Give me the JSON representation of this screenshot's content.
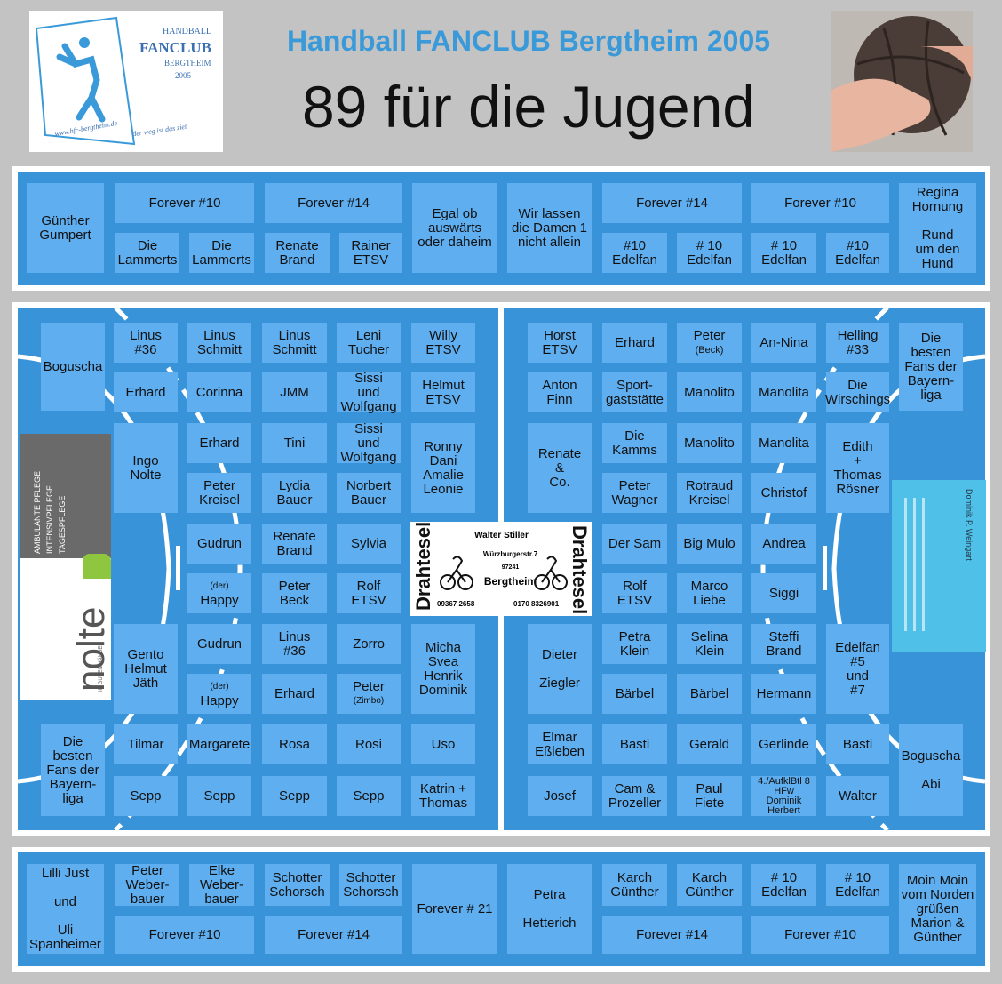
{
  "header": {
    "title": "Handball FANCLUB Bergtheim 2005",
    "subtitle": "89 für die Jugend",
    "logo": {
      "line1": "HANDBALL",
      "line2": "FANCLUB",
      "line3": "BERGTHEIM",
      "line4": "2005",
      "url": "www.hfc-bergtheim.de",
      "slogan": "der weg ist das ziel",
      "icon": "handball-player-icon"
    },
    "photo_icon": "handball-ball-photo"
  },
  "top_panel": {
    "cells": [
      "Günther\nGumpert",
      "Forever #10",
      "Die\nLammerts",
      "Die\nLammerts",
      "Forever #14",
      "Renate\nBrand",
      "Rainer\nETSV",
      "Egal ob\nauswärts\noder daheim",
      "Wir lassen\ndie Damen 1\nnicht allein",
      "Forever #14",
      "#10\nEdelfan",
      "# 10\nEdelfan",
      "Forever #10",
      "# 10\nEdelfan",
      "#10\nEdelfan",
      "Regina\nHornung\n\nRund\num den\nHund"
    ]
  },
  "court_left": {
    "cells": [
      "Boguscha",
      "Linus\n#36",
      "Linus\nSchmitt",
      "Linus\nSchmitt",
      "Leni\nTucher",
      "Willy\nETSV",
      "Erhard",
      "Corinna",
      "JMM",
      "Sissi\nund\nWolfgang",
      "Helmut\nETSV",
      "Ingo\nNolte",
      "Erhard",
      "Tini",
      "Sissi\nund\nWolfgang",
      "Ronny\nDani\nAmalie\nLeonie",
      "Peter\nKreisel",
      "Lydia\nBauer",
      "Norbert\nBauer",
      "Gudrun",
      "Renate\nBrand",
      "Sylvia",
      "Happy",
      "Peter\nBeck",
      "Rolf\nETSV",
      "Gento\nHelmut\nJäth",
      "Gudrun",
      "Linus\n#36",
      "Zorro",
      "Micha\nSvea\nHenrik\nDominik",
      "Happy",
      "Erhard",
      "Peter",
      "Die\nbesten\nFans der\nBayern-\nliga",
      "Tilmar",
      "Margarete",
      "Rosa",
      "Rosi",
      "Uso",
      "Sepp",
      "Sepp",
      "Sepp",
      "Sepp",
      "Katrin +\nThomas"
    ],
    "small_notes": {
      "happy1": "(der)",
      "happy2": "(der)",
      "peter_zimbo": "(Zimbo)"
    }
  },
  "court_right": {
    "cells": [
      "Horst\nETSV",
      "Erhard",
      "Peter",
      "An-Nina",
      "Helling\n#33",
      "Die\nbesten\nFans der\nBayern-\nliga",
      "Anton\nFinn",
      "Sport-\ngaststätte",
      "Manolito",
      "Manolita",
      "Die\nWirschings",
      "Renate\n&\nCo.",
      "Die\nKamms",
      "Manolito",
      "Manolita",
      "Edith\n+\nThomas\nRösner",
      "Peter\nWagner",
      "Rotraud\nKreisel",
      "Christof",
      "Der Sam",
      "Big Mulo",
      "Andrea",
      "Rolf\nETSV",
      "Marco\nLiebe",
      "Siggi",
      "Dieter\n\nZiegler",
      "Petra\nKlein",
      "Selina\nKlein",
      "Steffi\nBrand",
      "Edelfan\n#5\nund\n#7",
      "Bärbel",
      "Bärbel",
      "Hermann",
      "Elmar\nEßleben",
      "Basti",
      "Gerald",
      "Gerlinde",
      "Basti",
      "Boguscha\n\nAbi",
      "Josef",
      "Cam &\nProzeller",
      "Paul\nFiete",
      "4./AufklBtl 8\nHFw\nDominik\nHerbert",
      "Walter"
    ],
    "small_notes": {
      "peter_beck": "(Beck)"
    }
  },
  "center_sponsor": {
    "left_vertical": "Drahtesel",
    "right_vertical": "Drahtesel",
    "name": "Walter Stiller",
    "street": "Würzburgerstr.7",
    "zip": "97241",
    "city": "Bergtheim",
    "phone1": "09367 2658",
    "phone2": "0170 8326901"
  },
  "left_sponsor": {
    "line1": "AMBULANTE PFLEGE",
    "line2": "INTENSIVPFLEGE",
    "line3": "TAGESPFLEGE",
    "brand": "nolte",
    "tagline": "IN GUTEN HÄNDEN"
  },
  "right_sponsor": {
    "name": "Dominik P. Weingart"
  },
  "bottom_panel": {
    "cells": [
      "Lilli Just\n\nund\n\nUli\nSpanheimer",
      "Peter\nWeber-\nbauer",
      "Elke\nWeber-\nbauer",
      "Forever #10",
      "Schotter\nSchorsch",
      "Schotter\nSchorsch",
      "Forever #14",
      "Forever # 21",
      "Petra\n\nHetterich",
      "Karch\nGünther",
      "Karch\nGünther",
      "Forever #14",
      "# 10\nEdelfan",
      "# 10\nEdelfan",
      "Forever #10",
      "Moin Moin\nvom Norden\ngrüßen\nMarion &\nGünther"
    ]
  },
  "colors": {
    "background": "#c3c3c3",
    "panel_blue": "#3993d8",
    "cell_blue": "#5eaef0",
    "title_blue": "#3a9ad9"
  }
}
